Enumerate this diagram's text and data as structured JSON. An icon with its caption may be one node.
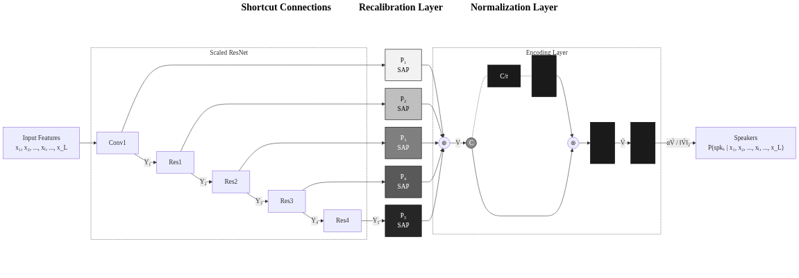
{
  "diagram": {
    "nodes": [
      {
        "text": [
          "Input Features",
          "x₁, x₂, ..., xₗ, ..., x_L"
        ]
      },
      {
        "text": [
          "Scaled ResNet"
        ]
      },
      {
        "text": [
          "Conv1"
        ],
        "in": 1
      },
      {
        "text": [
          "Res1"
        ],
        "in": 1
      },
      {
        "text": [
          "Res2"
        ],
        "in": 1
      },
      {
        "text": [
          "Res3"
        ],
        "in": 1
      },
      {
        "text": [
          "Res4"
        ],
        "in": 1
      },
      {
        "text": [
          "P₁",
          "SAP"
        ]
      },
      {
        "text": [
          "P₂",
          "SAP"
        ]
      },
      {
        "text": [
          "P₃",
          "SAP"
        ]
      },
      {
        "text": [
          "P₄",
          "SAP"
        ]
      },
      {
        "text": [
          "P₅",
          "SAP"
        ]
      },
      {
        "text": [
          "Encoding Layer"
        ]
      },
      {
        "text": [
          "⊕"
        ],
        "in": 12
      },
      {
        "text": [
          "C"
        ],
        "in": 12
      },
      {
        "text": [
          "C/r"
        ],
        "in": 12
      },
      {
        "text": [],
        "shape": "bar",
        "in": 12
      },
      {
        "text": [
          "⊗"
        ],
        "in": 12
      },
      {
        "text": [],
        "shape": "bar",
        "in": 12
      },
      {
        "text": [],
        "shape": "bar",
        "in": 12
      },
      {
        "text": [
          "Speakers",
          "P(spkₛ | x₁, x₂, ..., xₗ, ..., x_L)"
        ]
      }
    ],
    "edges": [
      {
        "from": 0,
        "to": 2,
        "arrow": "to"
      },
      {
        "from": 2,
        "to": 3,
        "arrow": "to",
        "label": "Y₁"
      },
      {
        "from": 2,
        "to": 7,
        "arrow": "to"
      },
      {
        "from": 3,
        "to": 4,
        "arrow": "to",
        "label": "Y₂"
      },
      {
        "from": 3,
        "to": 8,
        "arrow": "to"
      },
      {
        "from": 4,
        "to": 5,
        "arrow": "to",
        "label": "Y₃"
      },
      {
        "from": 4,
        "to": 9,
        "arrow": "to"
      },
      {
        "from": 5,
        "to": 6,
        "arrow": "to",
        "label": "Y₄"
      },
      {
        "from": 5,
        "to": 10,
        "arrow": "to"
      },
      {
        "from": 6,
        "to": 11,
        "arrow": "to",
        "label": "Y₅"
      },
      {
        "from": 7,
        "to": 13,
        "arrow": "to"
      },
      {
        "from": 8,
        "to": 13,
        "arrow": "to"
      },
      {
        "from": 9,
        "to": 13,
        "arrow": "to"
      },
      {
        "from": 10,
        "to": 13,
        "arrow": "to"
      },
      {
        "from": 11,
        "to": 13,
        "arrow": "to"
      },
      {
        "from": 13,
        "to": 14,
        "arrow": "to",
        "label": "V"
      },
      {
        "from": 14,
        "to": 15,
        "arrow": "none",
        "style": "dashed"
      },
      {
        "from": 15,
        "to": 16,
        "arrow": "none",
        "style": "dashed"
      },
      {
        "from": 16,
        "to": 17,
        "arrow": "to"
      },
      {
        "from": 14,
        "to": 17,
        "arrow": "to"
      },
      {
        "from": 17,
        "to": 18,
        "arrow": "to"
      },
      {
        "from": 18,
        "to": 19,
        "arrow": "to",
        "label": "V́"
      },
      {
        "from": 19,
        "to": 20,
        "arrow": "to",
        "label": "αV́ / ‖V́‖₂"
      }
    ],
    "labels": [
      "Shortcut Connections",
      "Recalibration Layer",
      "Normalization Layer"
    ]
  }
}
